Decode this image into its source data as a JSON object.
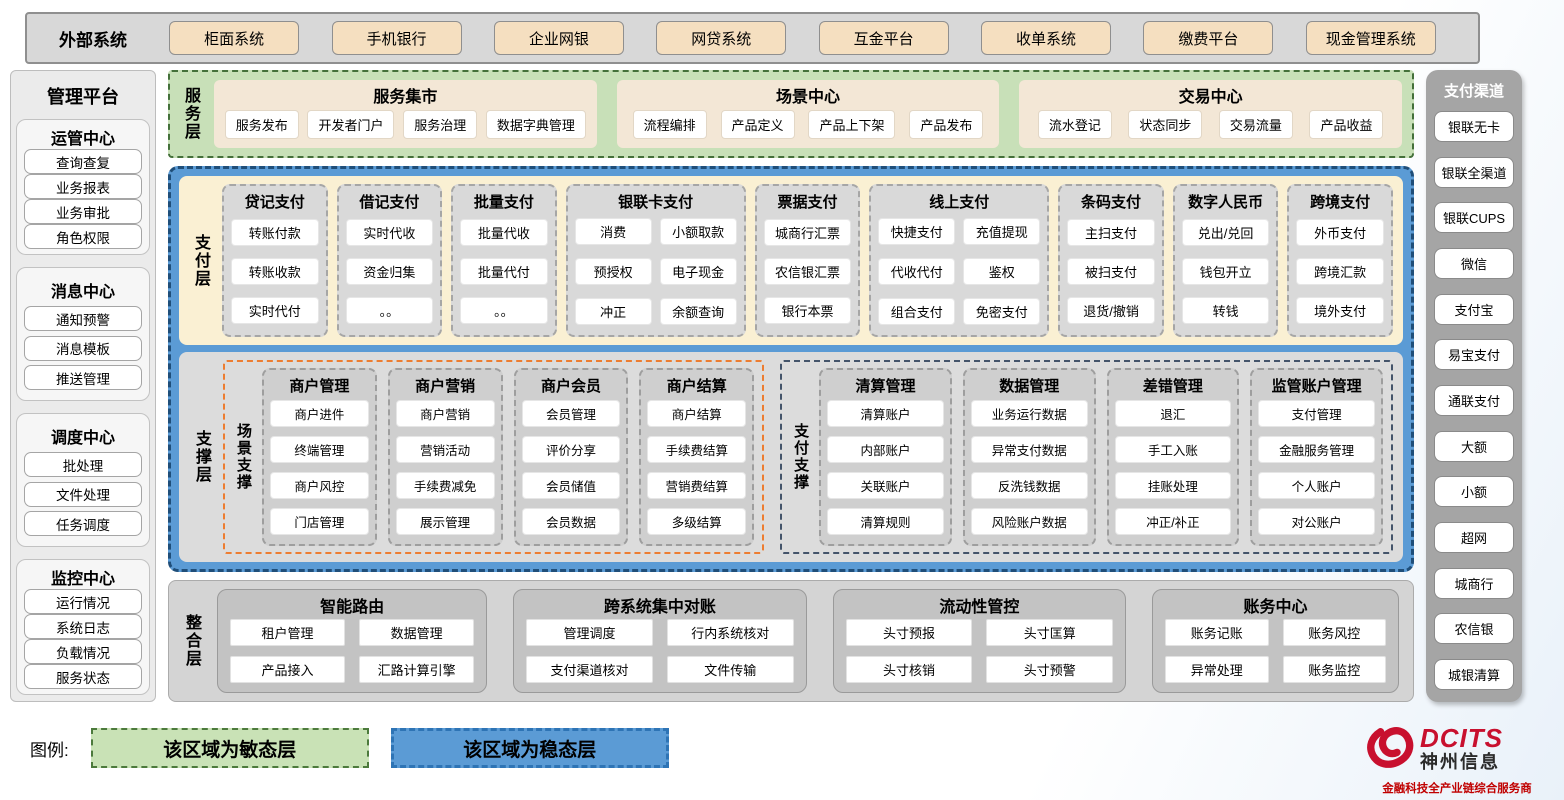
{
  "topbar": {
    "label": "外部系统",
    "systems": [
      "柜面系统",
      "手机银行",
      "企业网银",
      "网贷系统",
      "互金平台",
      "收单系统",
      "缴费平台",
      "现金管理系统"
    ]
  },
  "left_sidebar": {
    "title": "管理平台",
    "groups": [
      {
        "title": "运管中心",
        "items": [
          "查询查复",
          "业务报表",
          "业务审批",
          "角色权限"
        ]
      },
      {
        "title": "消息中心",
        "items": [
          "通知预警",
          "消息模板",
          "推送管理"
        ]
      },
      {
        "title": "调度中心",
        "items": [
          "批处理",
          "文件处理",
          "任务调度"
        ]
      },
      {
        "title": "监控中心",
        "items": [
          "运行情况",
          "系统日志",
          "负载情况",
          "服务状态"
        ]
      }
    ]
  },
  "service_layer": {
    "label": "服务层",
    "sections": [
      {
        "title": "服务集市",
        "items": [
          "服务发布",
          "开发者门户",
          "服务治理",
          "数据字典管理"
        ]
      },
      {
        "title": "场景中心",
        "items": [
          "流程编排",
          "产品定义",
          "产品上下架",
          "产品发布"
        ]
      },
      {
        "title": "交易中心",
        "items": [
          "流水登记",
          "状态同步",
          "交易流量",
          "产品收益"
        ]
      }
    ]
  },
  "payment_layer": {
    "label": "支付层",
    "columns": [
      {
        "title": "贷记支付",
        "cols": 1,
        "items": [
          "转账付款",
          "转账收款",
          "实时代付"
        ]
      },
      {
        "title": "借记支付",
        "cols": 1,
        "items": [
          "实时代收",
          "资金归集",
          "。。"
        ]
      },
      {
        "title": "批量支付",
        "cols": 1,
        "items": [
          "批量代收",
          "批量代付",
          "。。"
        ]
      },
      {
        "title": "银联卡支付",
        "cols": 2,
        "items": [
          "消费",
          "小额取款",
          "预授权",
          "电子现金",
          "冲正",
          "余额查询"
        ]
      },
      {
        "title": "票据支付",
        "cols": 1,
        "items": [
          "城商行汇票",
          "农信银汇票",
          "银行本票"
        ]
      },
      {
        "title": "线上支付",
        "cols": 2,
        "items": [
          "快捷支付",
          "充值提现",
          "代收代付",
          "鉴权",
          "组合支付",
          "免密支付"
        ]
      },
      {
        "title": "条码支付",
        "cols": 1,
        "items": [
          "主扫支付",
          "被扫支付",
          "退货/撤销"
        ]
      },
      {
        "title": "数字人民币",
        "cols": 1,
        "items": [
          "兑出/兑回",
          "钱包开立",
          "转钱"
        ]
      },
      {
        "title": "跨境支付",
        "cols": 1,
        "items": [
          "外币支付",
          "跨境汇款",
          "境外支付"
        ]
      }
    ]
  },
  "support_layer": {
    "label": "支撑层",
    "groups": [
      {
        "label": "场景支撑",
        "accent": "#ED7D31",
        "columns": [
          {
            "title": "商户管理",
            "items": [
              "商户进件",
              "终端管理",
              "商户风控",
              "门店管理"
            ]
          },
          {
            "title": "商户营销",
            "items": [
              "商户营销",
              "营销活动",
              "手续费减免",
              "展示管理"
            ]
          },
          {
            "title": "商户会员",
            "items": [
              "会员管理",
              "评价分享",
              "会员储值",
              "会员数据"
            ]
          },
          {
            "title": "商户结算",
            "items": [
              "商户结算",
              "手续费结算",
              "营销费结算",
              "多级结算"
            ]
          }
        ]
      },
      {
        "label": "支付支撑",
        "accent": "#44546A",
        "columns": [
          {
            "title": "清算管理",
            "items": [
              "清算账户",
              "内部账户",
              "关联账户",
              "清算规则"
            ]
          },
          {
            "title": "数据管理",
            "items": [
              "业务运行数据",
              "异常支付数据",
              "反洗钱数据",
              "风险账户数据"
            ]
          },
          {
            "title": "差错管理",
            "items": [
              "退汇",
              "手工入账",
              "挂账处理",
              "冲正/补正"
            ]
          },
          {
            "title": "监管账户管理",
            "items": [
              "支付管理",
              "金融服务管理",
              "个人账户",
              "对公账户"
            ]
          }
        ]
      }
    ]
  },
  "integration_layer": {
    "label": "整合层",
    "groups": [
      {
        "title": "智能路由",
        "items": [
          "租户管理",
          "数据管理",
          "产品接入",
          "汇路计算引擎"
        ]
      },
      {
        "title": "跨系统集中对账",
        "items": [
          "管理调度",
          "行内系统核对",
          "支付渠道核对",
          "文件传输"
        ]
      },
      {
        "title": "流动性管控",
        "items": [
          "头寸预报",
          "头寸匡算",
          "头寸核销",
          "头寸预警"
        ]
      },
      {
        "title": "账务中心",
        "items": [
          "账务记账",
          "账务风控",
          "异常处理",
          "账务监控"
        ]
      }
    ]
  },
  "right_sidebar": {
    "title": "支付渠道",
    "channels": [
      "银联无卡",
      "银联全渠道",
      "银联CUPS",
      "微信",
      "支付宝",
      "易宝支付",
      "通联支付",
      "大额",
      "小额",
      "超网",
      "城商行",
      "农信银",
      "城银清算"
    ]
  },
  "legend": {
    "label": "图例:",
    "agile": "该区域为敏态层",
    "stable": "该区域为稳态层"
  },
  "logo": {
    "brand": "DCITS",
    "company": "神州信息",
    "tagline": "金融科技全产业链综合服务商"
  },
  "colors": {
    "agile_green": "#C9E2B6",
    "stable_blue": "#5B9BD5",
    "panel_cream": "#FAF0D3",
    "panel_gray": "#DCDCDC",
    "button_tan": "#F5DFC0",
    "scene_accent": "#ED7D31",
    "payment_accent": "#44546A",
    "brand_red": "#C8102E"
  }
}
